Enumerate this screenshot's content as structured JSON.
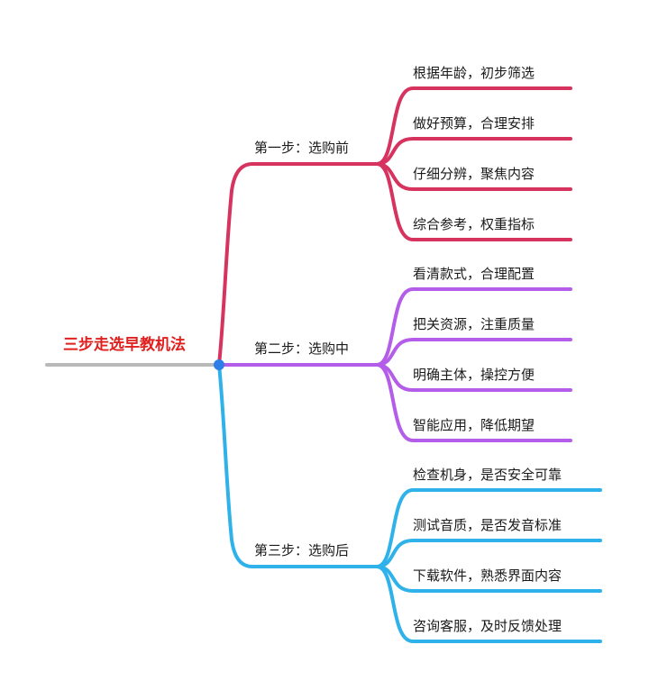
{
  "root": {
    "title": "三步走选早教机法",
    "title_color": "#e0201f",
    "stem_color": "#b9b9b9",
    "node_color": "#2f7de8"
  },
  "branches": [
    {
      "label": "第一步：选购前",
      "color": "#d6335f",
      "items": [
        "根据年龄，初步筛选",
        "做好预算，合理安排",
        "仔细分辨，聚焦内容",
        "综合参考，权重指标"
      ]
    },
    {
      "label": "第二步：选购中",
      "color": "#b45de8",
      "items": [
        "看清款式，合理配置",
        "把关资源，注重质量",
        "明确主体，操控方便",
        "智能应用，降低期望"
      ]
    },
    {
      "label": "第三步：选购后",
      "color": "#2fb2ea",
      "items": [
        "检查机身，是否安全可靠",
        "测试音质，是否发音标准",
        "下载软件，熟悉界面内容",
        "咨询客服，及时反馈处理"
      ]
    }
  ]
}
